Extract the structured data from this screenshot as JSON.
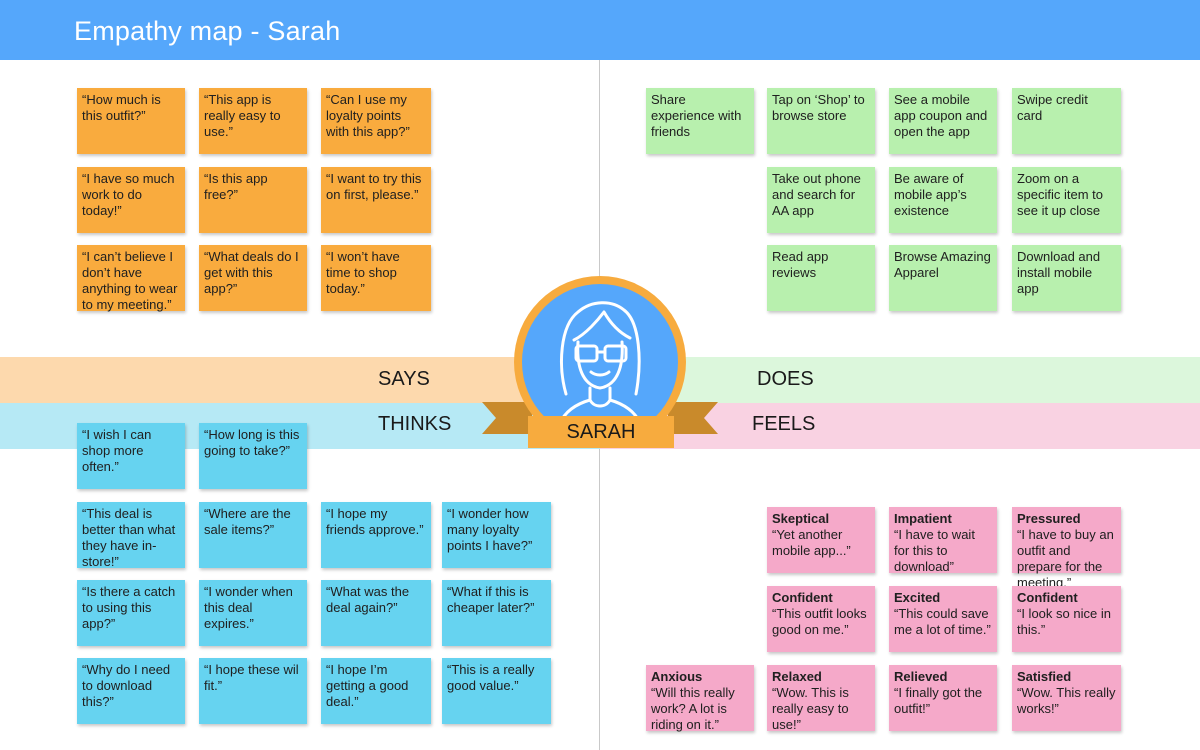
{
  "header": {
    "title": "Empathy map - Sarah"
  },
  "colors": {
    "header": "#55a7fb",
    "says": "#f9ab3e",
    "does": "#b8f0ae",
    "thinks": "#66d3f0",
    "feels": "#f5a9c9",
    "avatar": "#55a7fb",
    "ring": "#f7ab3e"
  },
  "labels": {
    "says": "SAYS",
    "does": "DOES",
    "thinks": "THINKS",
    "feels": "FEELS",
    "persona": "SARAH"
  },
  "avatar_icon": "woman-with-glasses-icon",
  "says": [
    "“How much is this outfit?”",
    "“This app is really easy to use.”",
    "“Can I use my loyalty points with this app?”",
    "“I have so much work to do today!”",
    "“Is this app free?”",
    "“I want to try this on first, please.”",
    "“I can’t believe I don’t have anything to wear to my meeting.”",
    "“What deals do I get with this app?”",
    "“I won’t have time to shop today.”"
  ],
  "does": [
    "Share experience with friends",
    "Tap on ‘Shop’ to browse store",
    "See a mobile app coupon and open the app",
    "Swipe credit card",
    "Take out phone and search for AA app",
    "Be aware of mobile app’s existence",
    "Zoom on a specific item to see it up close",
    "Read app reviews",
    "Browse Amazing Apparel",
    "Download and install mobile app"
  ],
  "thinks": [
    "“I wish I can shop more often.”",
    "“How long is this going to take?”",
    "“This deal is better than what they have in-store!”",
    "“Where are the sale items?”",
    "“I hope my friends approve.”",
    "“I wonder how many loyalty points I have?”",
    "“Is there a catch to using this app?”",
    "“I wonder when this deal expires.”",
    "“What was the deal again?”",
    "“What if this is cheaper later?”",
    "“Why do I need to download this?”",
    "“I hope these wil fit.”",
    "“I hope I’m getting a good deal.”",
    "“This is a really good value.”"
  ],
  "feels": [
    {
      "title": "Skeptical",
      "text": "“Yet another mobile app...”"
    },
    {
      "title": "Impatient",
      "text": "“I have to wait for this to download”"
    },
    {
      "title": "Pressured",
      "text": "“I have to buy an outfit and prepare for the meeting.”"
    },
    {
      "title": "Confident",
      "text": "“This outfit looks good on me.”"
    },
    {
      "title": "Excited",
      "text": "“This could save me a lot of time.”"
    },
    {
      "title": "Confident",
      "text": "“I look so nice in this.”"
    },
    {
      "title": "Anxious",
      "text": "“Will this really work? A lot is riding on it.”"
    },
    {
      "title": "Relaxed",
      "text": "“Wow. This is really easy to use!”"
    },
    {
      "title": "Relieved",
      "text": "“I finally got the outfit!”"
    },
    {
      "title": "Satisfied",
      "text": "“Wow. This really works!”"
    }
  ]
}
